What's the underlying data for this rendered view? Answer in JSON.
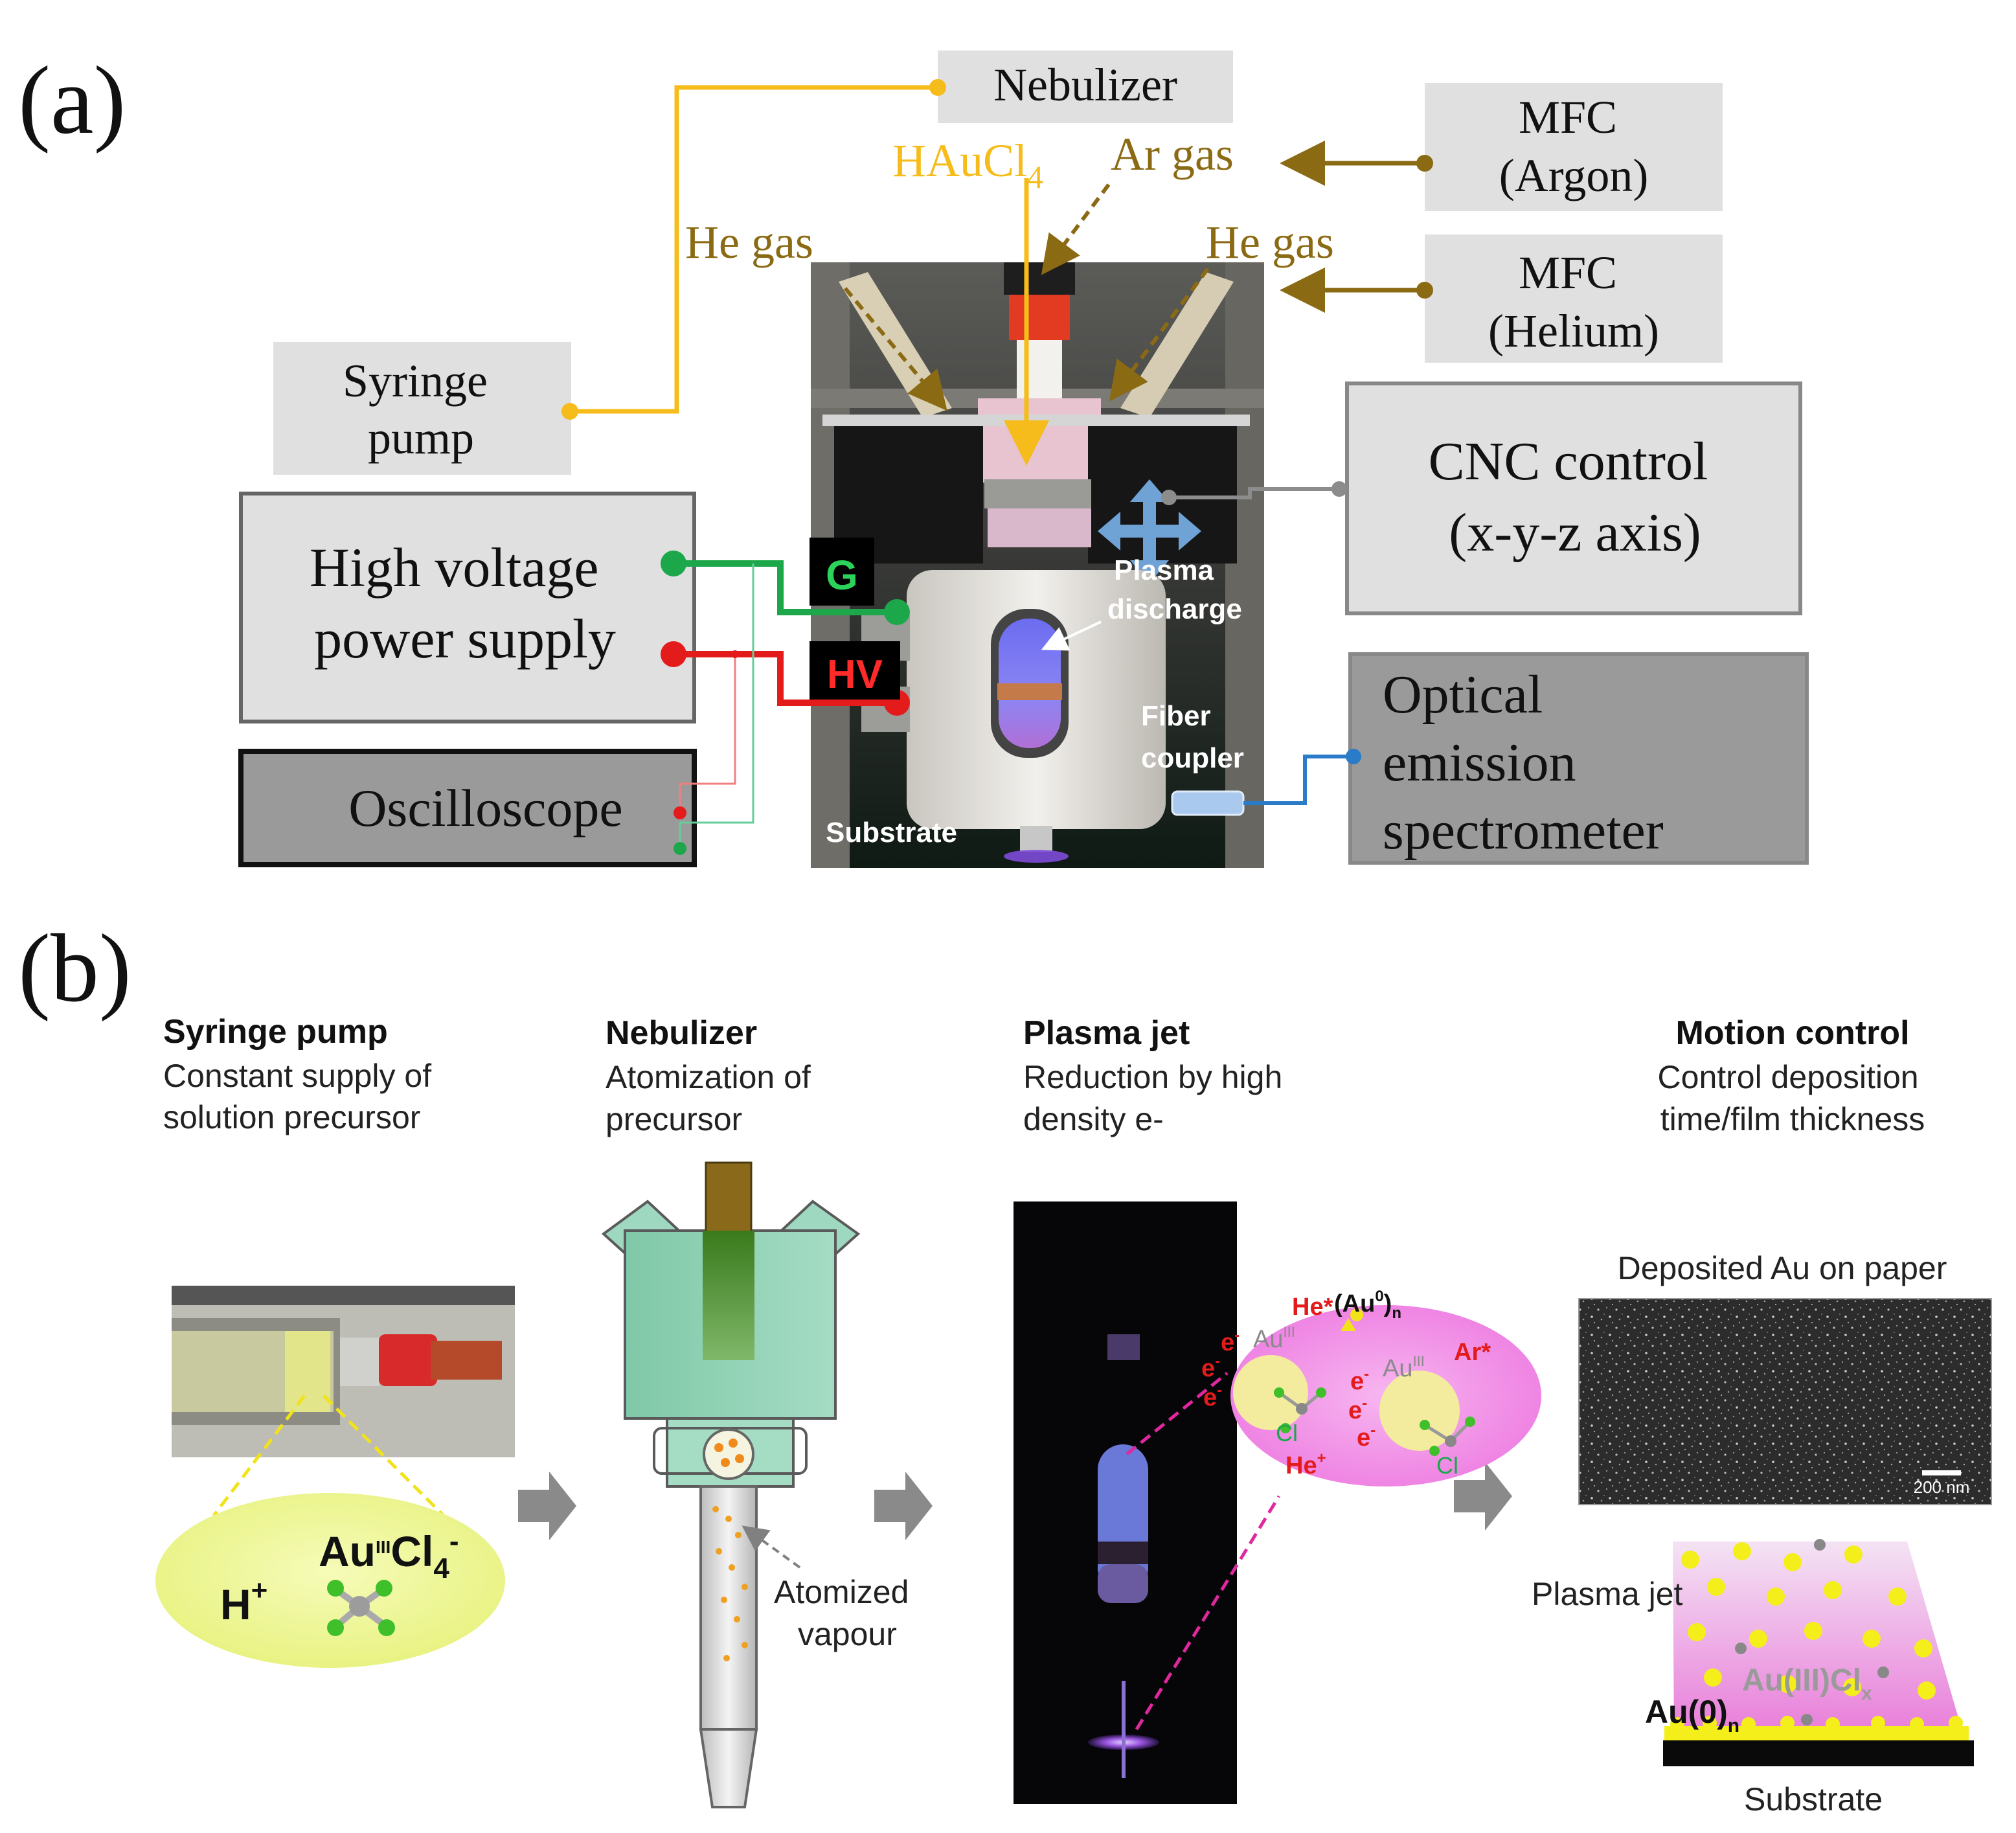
{
  "panel_a": {
    "label": "(a)",
    "nebulizer": "Nebulizer",
    "mfc_argon": [
      "MFC",
      "(Argon)"
    ],
    "mfc_helium": [
      "MFC",
      "(Helium)"
    ],
    "syringe_pump": [
      "Syringe",
      "pump"
    ],
    "hv_supply": [
      "High voltage",
      "power supply"
    ],
    "oscilloscope": "Oscilloscope",
    "cnc": [
      "CNC control",
      "(x-y-z axis)"
    ],
    "oes": [
      "Optical",
      "emission",
      "spectrometer"
    ],
    "haucl4_main": "HAuCl",
    "haucl4_sub": "4",
    "ar_gas": "Ar gas",
    "he_gas_left": "He gas",
    "he_gas_right": "He gas",
    "g_label": "G",
    "hv_label": "HV",
    "plasma_discharge": [
      "Plasma",
      "discharge"
    ],
    "fiber_coupler": [
      "Fiber",
      "coupler"
    ],
    "substrate": "Substrate"
  },
  "panel_b": {
    "label": "(b)",
    "steps": [
      {
        "title": "Syringe pump",
        "desc": [
          "Constant supply of",
          "solution precursor"
        ]
      },
      {
        "title": "Nebulizer",
        "desc": [
          "Atomization of",
          "precursor"
        ]
      },
      {
        "title": "Plasma jet",
        "desc": [
          "Reduction by high",
          "density e-"
        ]
      },
      {
        "title": "Motion control",
        "desc": [
          "Control deposition",
          "time/film thickness"
        ]
      }
    ],
    "h_plus": "H",
    "h_plus_sup": "+",
    "aucl4": "Au",
    "aucl4_ox": "III",
    "aucl4_rest": "Cl",
    "aucl4_sub": "4",
    "aucl4_sup": "-",
    "atomized_vapour": [
      "Atomized",
      "vapour"
    ],
    "deposited_au": "Deposited Au on paper",
    "scale_bar": "200 nm",
    "plasma_jet_label": "Plasma jet",
    "au0n": "Au(0)",
    "au0n_sub": "n",
    "auIIIclx": "Au(III)Cl",
    "auIIIclx_sub": "x",
    "substrate": "Substrate",
    "species": {
      "he_star": "He*",
      "au0": "(Au",
      "au0_sup": "0",
      "au0_sub": "n",
      "ar_star": "Ar*",
      "he_plus": "He",
      "he_plus_sup": "+",
      "auIII": "Au",
      "auIII_sup": "III",
      "cl": "Cl",
      "e": "e",
      "e_sup": "-"
    }
  },
  "colors": {
    "yellow_line": "#F5BC1C",
    "brown_line": "#8B6A14",
    "green_line": "#1CA84A",
    "red_line": "#E41B1B",
    "blue_line": "#2A7BC8",
    "gray_line": "#8C8C8C",
    "light_box": "#E0E0E0",
    "dark_box": "#9A9A9A",
    "magenta": "#E0289E"
  }
}
